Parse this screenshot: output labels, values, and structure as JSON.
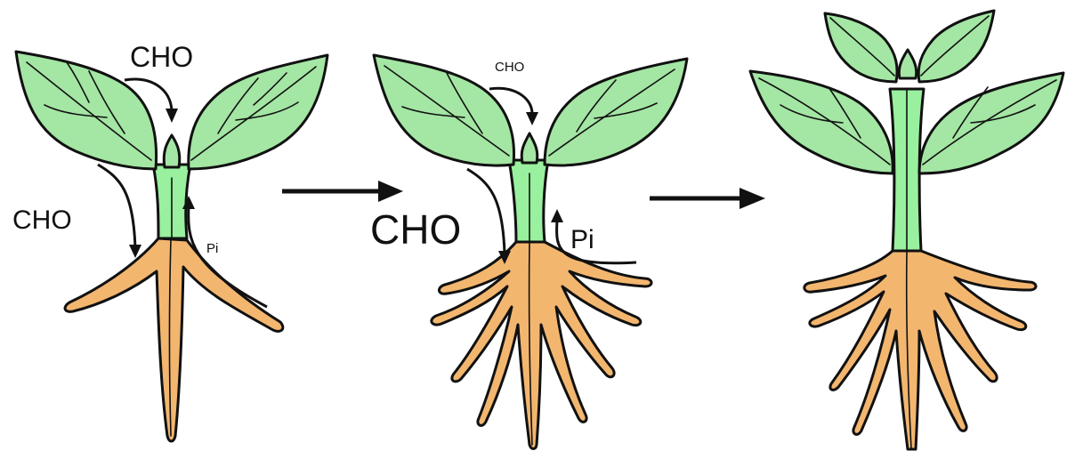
{
  "labels": {
    "stage1_top": "CHO",
    "stage1_side": "CHO",
    "stage1_pi": "Pi",
    "stage2_top": "CHO",
    "stage2_side": "CHO",
    "stage2_pi": "Pi"
  },
  "colors": {
    "shoot": "#a4e6a4",
    "shoot_lower": "#99f09e",
    "root": "#f3b66f",
    "outline": "#111111"
  }
}
